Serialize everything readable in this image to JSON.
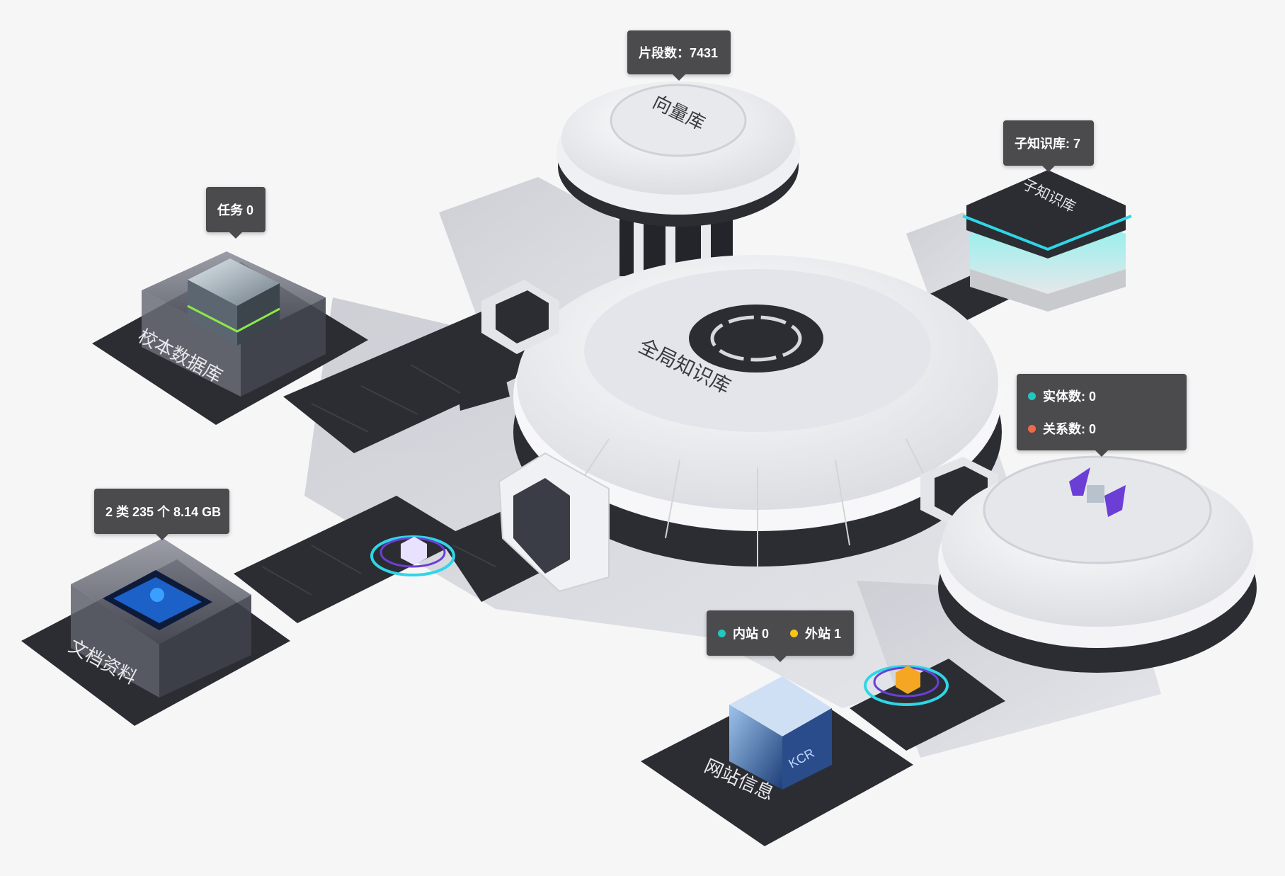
{
  "nodes": {
    "vector_db": {
      "label": "向量库",
      "tooltip": "片段数：7431"
    },
    "sub_kb": {
      "label": "子知识库",
      "tooltip": "子知识库: 7"
    },
    "global_kb": {
      "label": "全局知识库"
    },
    "collation_db": {
      "label": "校本数据库",
      "tooltip": "任务 0"
    },
    "documents": {
      "label": "文档资料",
      "tooltip": "2 类 235 个 8.14 GB"
    },
    "graph": {
      "entities": "实体数: 0",
      "relations": "关系数: 0",
      "entity_color": "#22c7c0",
      "relation_color": "#f06a4a"
    },
    "website": {
      "label": "网站信息",
      "internal": "内站 0",
      "external": "外站 1",
      "internal_color": "#22c7c0",
      "external_color": "#f5c518",
      "cube_text": "KCR"
    }
  },
  "colors": {
    "dark_track": "#2b2d33",
    "white_disk": "#f4f4f6",
    "accent_cyan": "#2fd6e6",
    "accent_green": "#7ee84a",
    "accent_purple": "#6b3fd6"
  }
}
